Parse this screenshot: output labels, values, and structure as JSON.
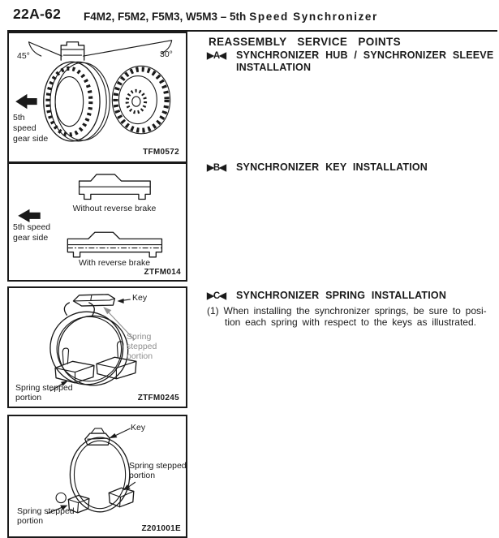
{
  "header": {
    "page_number": "22A-62",
    "title_part1": "F4M2, F5M2, F5M3, W5M3 – 5th",
    "title_part2": "Speed Synchronizer"
  },
  "service_points": {
    "heading": "REASSEMBLY SERVICE POINTS",
    "point_a": {
      "marker": "▶A◀",
      "line1": "SYNCHRONIZER HUB / SYNCHRONIZER SLEEVE",
      "line2": "INSTALLATION"
    },
    "point_b": {
      "marker": "▶B◀",
      "line1": "SYNCHRONIZER KEY INSTALLATION"
    },
    "point_c": {
      "marker": "▶C◀",
      "line1": "SYNCHRONIZER SPRING INSTALLATION",
      "body_line1": "(1) When installing the synchronizer springs, be sure to posi-",
      "body_line2": "tion each spring with respect to the keys as illustrated."
    }
  },
  "figures": [
    {
      "code": "TFM0572",
      "angle_left": "45°",
      "angle_right": "30°",
      "arrow_label_lines": [
        "5th",
        "speed",
        "gear side"
      ]
    },
    {
      "code": "ZTFM014",
      "caption_top": "Without reverse brake",
      "caption_bottom": "With reverse brake",
      "arrow_label_lines": [
        "5th speed",
        "gear side"
      ]
    },
    {
      "code": "ZTFM0245",
      "key_label": "Key",
      "stepped_right": "Spring stepped portion",
      "stepped_left": "Spring stepped portion"
    },
    {
      "code": "Z201001E",
      "key_label": "Key",
      "stepped_right": "Spring stepped portion",
      "stepped_left": "Spring stepped portion"
    }
  ],
  "colors": {
    "ink": "#1a1a1a",
    "muted_label": "#8f8f8f",
    "paper": "#ffffff"
  }
}
